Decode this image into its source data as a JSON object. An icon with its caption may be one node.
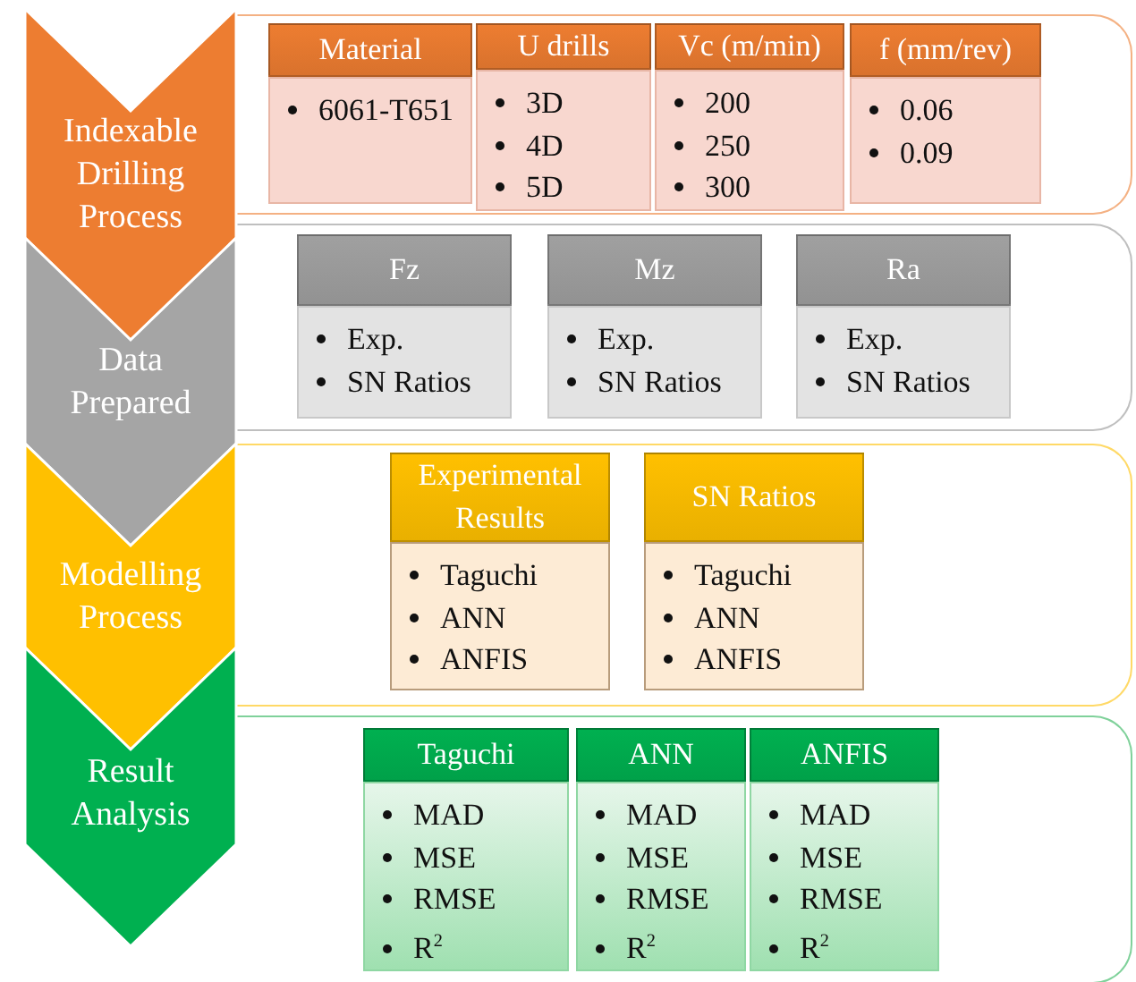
{
  "diagram": {
    "nodes": [
      {
        "text": [
          "Indexable Drilling Process"
        ]
      },
      {
        "text": [],
        "shape": "box"
      },
      {
        "text": [
          "Material",
          "6061-T651"
        ],
        "in": 1
      },
      {
        "text": [
          "U drills",
          "3D",
          "4D",
          "5D"
        ],
        "in": 1
      },
      {
        "text": [
          "Vc (m/min)",
          "200",
          "250",
          "300"
        ],
        "in": 1
      },
      {
        "text": [
          "f (mm/rev)",
          "0.06",
          "0.09"
        ],
        "in": 1
      },
      {
        "text": [
          "Data Prepared"
        ]
      },
      {
        "text": [],
        "shape": "box"
      },
      {
        "text": [
          "Fz",
          "Exp.",
          "SN Ratios"
        ],
        "in": 7
      },
      {
        "text": [
          "Mz",
          "Exp.",
          "SN Ratios"
        ],
        "in": 7
      },
      {
        "text": [
          "Ra",
          "Exp.",
          "SN Ratios"
        ],
        "in": 7
      },
      {
        "text": [
          "Modelling Process"
        ]
      },
      {
        "text": [],
        "shape": "box"
      },
      {
        "text": [
          "Experimental Results",
          "Taguchi",
          "ANN",
          "ANFIS"
        ],
        "in": 12
      },
      {
        "text": [
          "SN Ratios",
          "Taguchi",
          "ANN",
          "ANFIS"
        ],
        "in": 12
      },
      {
        "text": [
          "Result Analysis"
        ]
      },
      {
        "text": [],
        "shape": "box"
      },
      {
        "text": [
          "Taguchi",
          "MAD",
          "MSE",
          "RMSE",
          "R$^{2}$"
        ],
        "in": 16
      },
      {
        "text": [
          "ANN",
          "MAD",
          "MSE",
          "RMSE",
          "R$^{2}$"
        ],
        "in": 16
      },
      {
        "text": [
          "ANFIS",
          "MAD",
          "MSE",
          "RMSE",
          "R$^{2}$"
        ],
        "in": 16
      }
    ]
  }
}
